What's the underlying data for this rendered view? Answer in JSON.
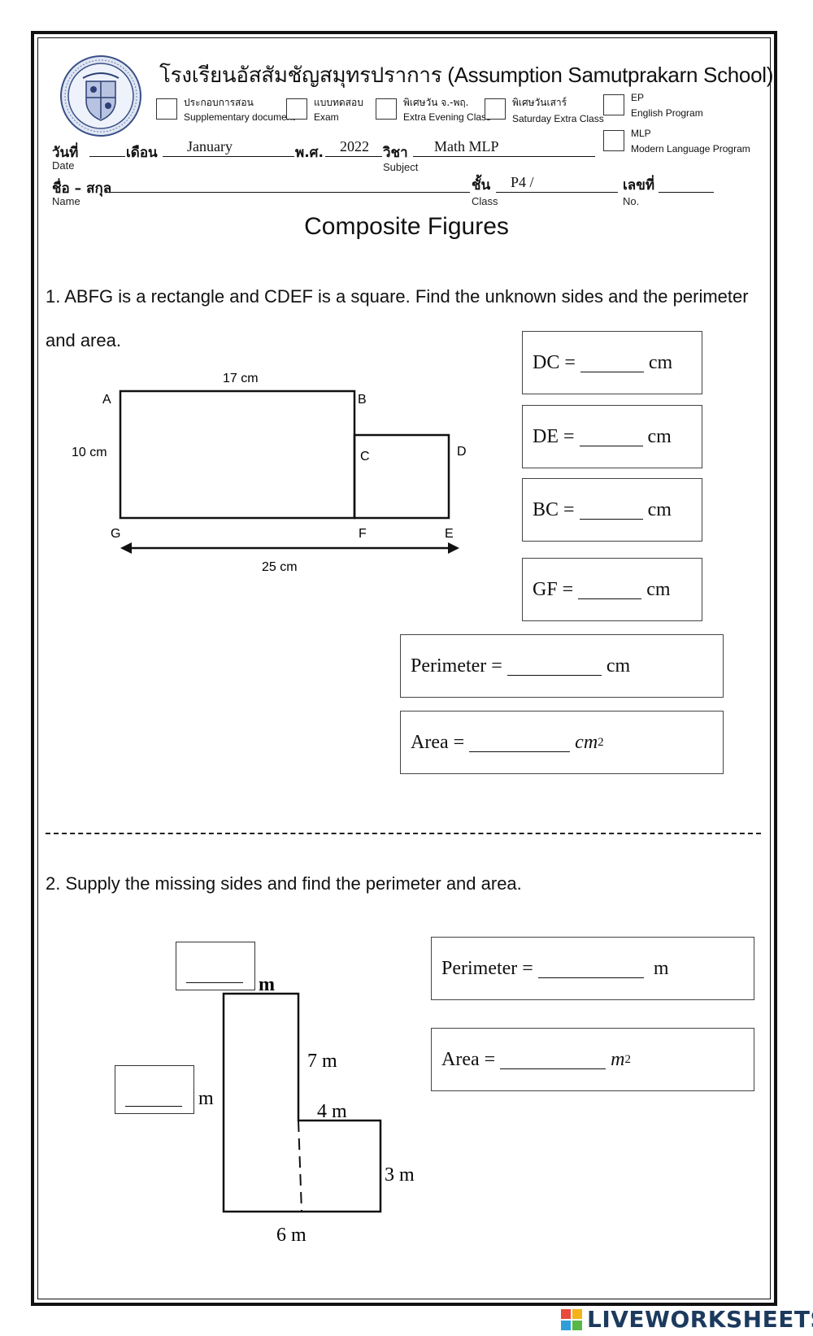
{
  "header": {
    "school_name": "โรงเรียนอัสสัมชัญสมุทรปราการ (Assumption Samutprakarn School)",
    "options": [
      {
        "th": "ประกอบการสอน",
        "en": "Supplementary document"
      },
      {
        "th": "แบบทดสอบ",
        "en": "Exam"
      },
      {
        "th": "พิเศษวัน จ.-พฤ.",
        "en": "Extra Evening Class"
      },
      {
        "th": "พิเศษวันเสาร์",
        "en": "Saturday Extra Class"
      },
      {
        "th": "EP",
        "en": "English Program"
      },
      {
        "th": "MLP",
        "en": "Modern Language Program"
      }
    ],
    "date_th": "วันที่",
    "date_en": "Date",
    "month_th": "เดือน",
    "month_value": "January",
    "year_th": "พ.ศ.",
    "year_value": "2022",
    "subject_th": "วิชา",
    "subject_en": "Subject",
    "subject_value": "Math MLP",
    "name_th": "ชื่อ – สกุล",
    "name_en": "Name",
    "class_th": "ชั้น",
    "class_en": "Class",
    "class_value": "P4 /",
    "no_th": "เลขที่",
    "no_en": "No."
  },
  "title": "Composite Figures",
  "q1": {
    "line1": "1. ABFG is a rectangle and CDEF is a square. Find the unknown sides and the perimeter",
    "line2": "and area.",
    "figure": {
      "top_label": "17 cm",
      "left_label": "10 cm",
      "bottom_label": "25 cm",
      "points": {
        "A": "A",
        "B": "B",
        "C": "C",
        "D": "D",
        "E": "E",
        "F": "F",
        "G": "G"
      }
    },
    "answers": [
      {
        "label": "DC =",
        "unit": "cm"
      },
      {
        "label": "DE =",
        "unit": "cm"
      },
      {
        "label": "BC =",
        "unit": "cm"
      },
      {
        "label": "GF =",
        "unit": "cm"
      }
    ],
    "perimeter": {
      "label": "Perimeter =",
      "unit": "cm"
    },
    "area": {
      "label": "Area =",
      "unit": "cm",
      "exp": "2"
    }
  },
  "q2": {
    "text": "2. Supply the missing sides and find the perimeter and area.",
    "figure": {
      "top_unit": "m",
      "left_unit": "m",
      "label_7m": "7 m",
      "label_4m": "4 m",
      "label_3m": "3 m",
      "label_6m": "6 m"
    },
    "perimeter": {
      "label": "Perimeter =",
      "unit": "m"
    },
    "area": {
      "label": "Area =",
      "unit": "m",
      "exp": "2"
    }
  },
  "brand": {
    "text": "LIVEWORKSHEETS",
    "colors": [
      "#e94b3c",
      "#f5b31a",
      "#2e9fd8",
      "#57b847"
    ]
  }
}
